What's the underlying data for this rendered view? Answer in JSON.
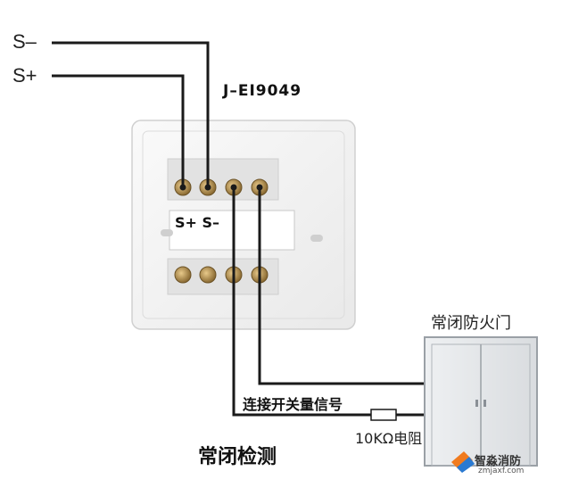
{
  "wires": {
    "s_minus_label": "S–",
    "s_plus_label": "S+"
  },
  "module": {
    "model": "J–EI9049",
    "terminal_labels": "S+ S–"
  },
  "door": {
    "title": "常闭防火门"
  },
  "signal_label": "连接开关量信号",
  "resistor_label": "10KΩ电阻",
  "caption": "常闭检测",
  "logo": {
    "name": "智淼消防",
    "url": "zmjaxf.com"
  },
  "colors": {
    "wire": "#1a1a1a",
    "panel": "#f4f4f4",
    "door": "#e6e8ea"
  }
}
